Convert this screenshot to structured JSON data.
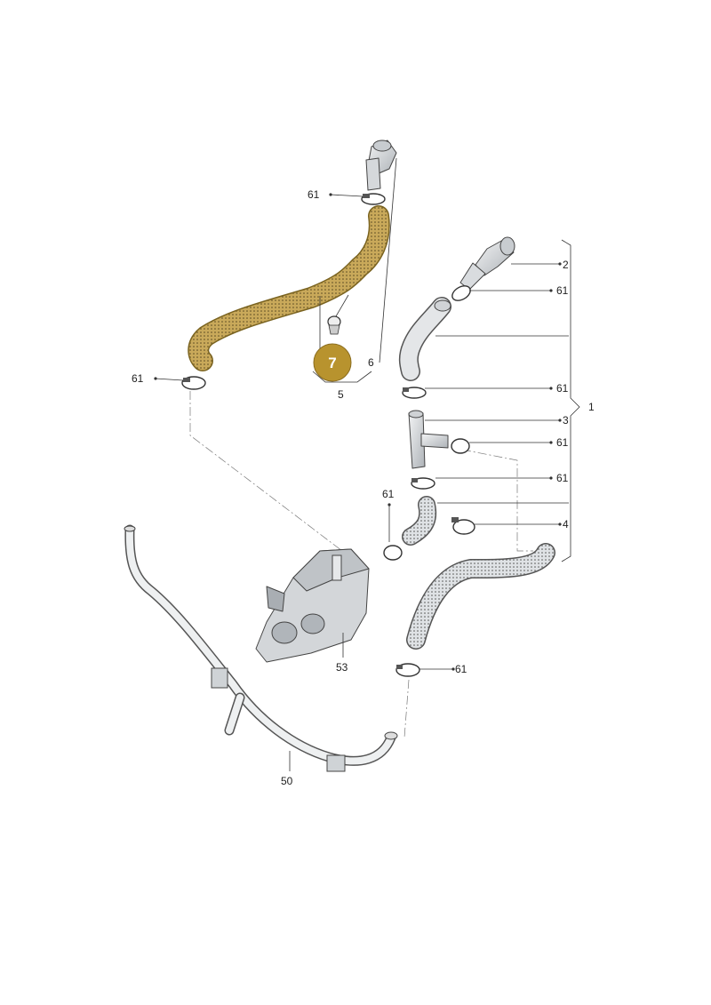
{
  "callouts": {
    "c1": "1",
    "c2": "2",
    "c3": "3",
    "c4": "4",
    "c5": "5",
    "c6": "6",
    "c50": "50",
    "c53": "53",
    "c61": "61"
  },
  "badge": {
    "label": "7",
    "color": "#b8932e"
  },
  "colors": {
    "highlight": "#c9a95a",
    "part_fill": "#e6e8ea",
    "part_dark": "#9aa0a6"
  }
}
